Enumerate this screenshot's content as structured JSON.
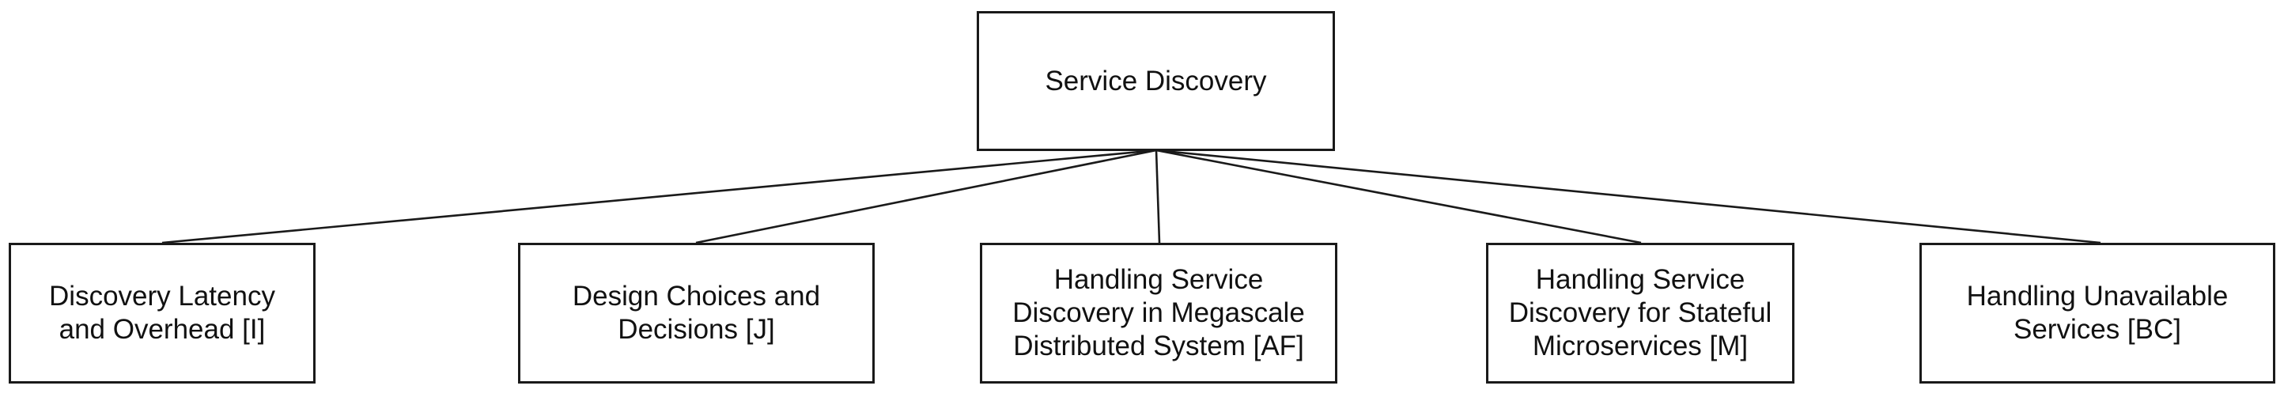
{
  "root": {
    "label": "Service Discovery"
  },
  "children": [
    {
      "label": "Discovery Latency\nand Overhead [I]"
    },
    {
      "label": "Design Choices and\nDecisions [J]"
    },
    {
      "label": "Handling Service\nDiscovery in Megascale\nDistributed System [AF]"
    },
    {
      "label": "Handling Service\nDiscovery for Stateful\nMicroservices [M]"
    },
    {
      "label": "Handling Unavailable\nServices [BC]"
    }
  ]
}
